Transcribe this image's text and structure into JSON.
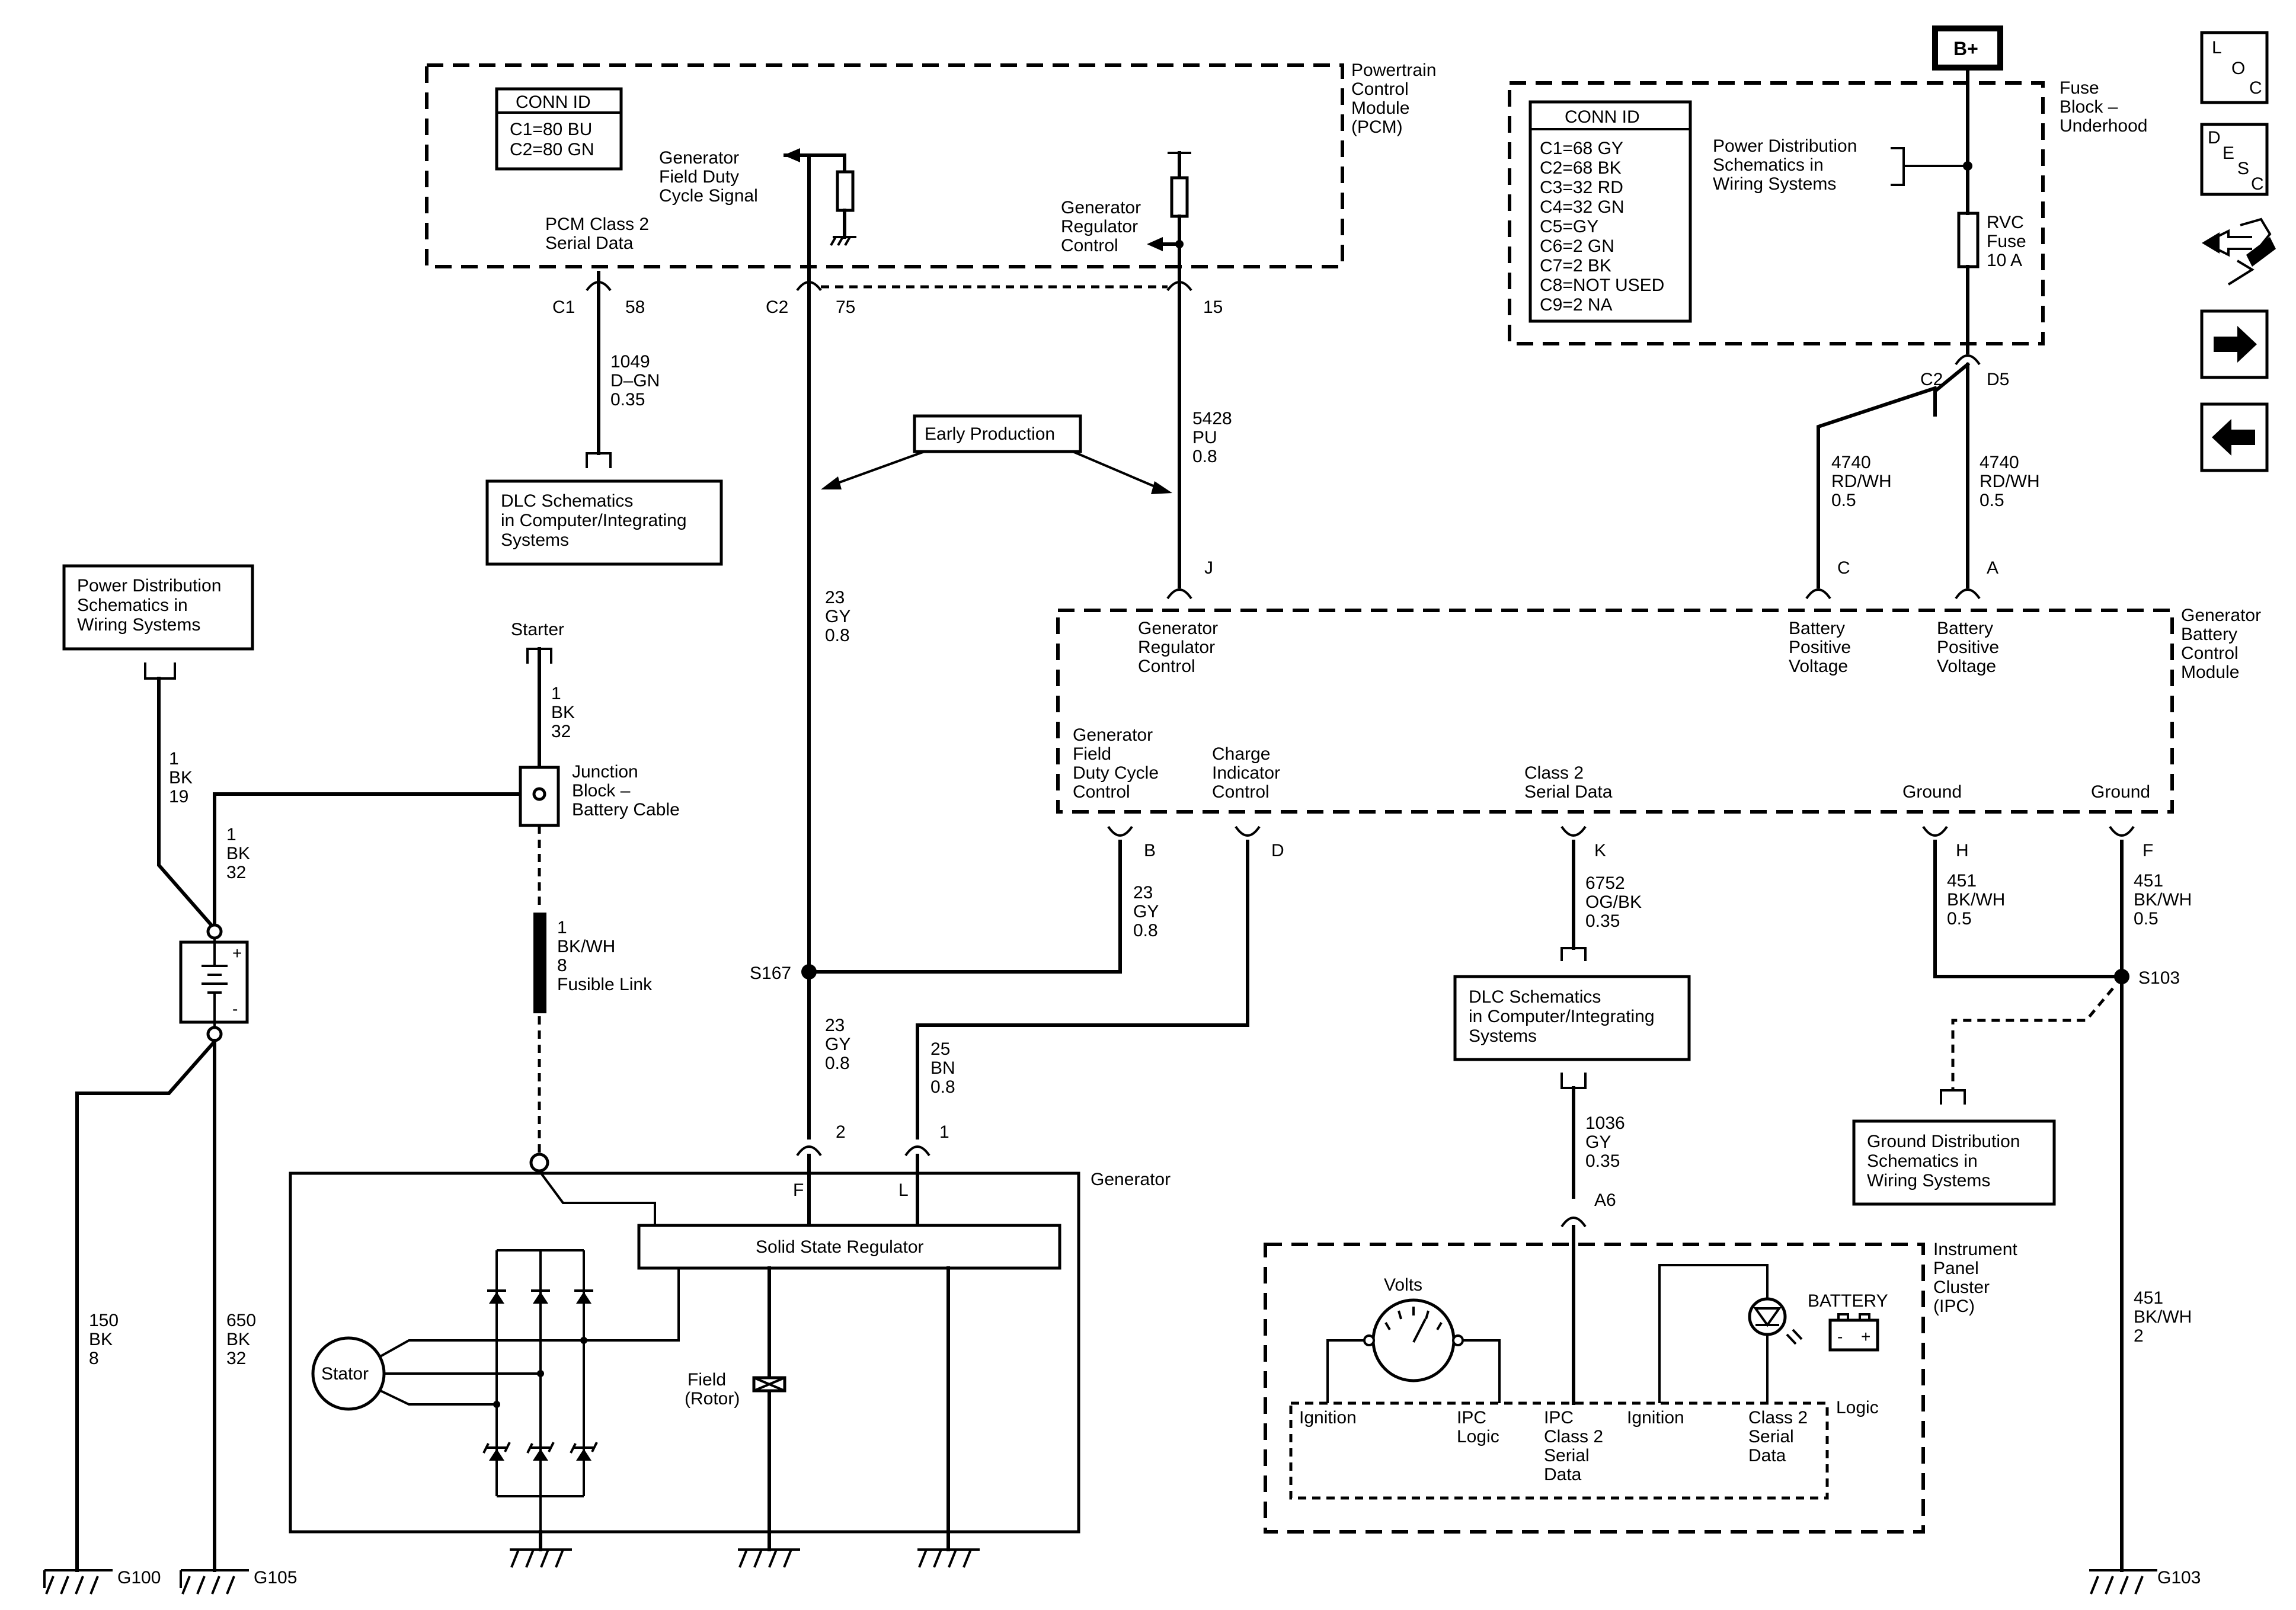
{
  "modules": {
    "pcm": {
      "name": [
        "Powertrain",
        "Control",
        "Module",
        "(PCM)"
      ]
    },
    "fuse_block": {
      "name": [
        "Fuse",
        "Block –",
        "Underhood"
      ]
    },
    "gbcm": {
      "name": [
        "Generator",
        "Battery",
        "Control",
        "Module"
      ]
    },
    "generator": {
      "name": "Generator"
    },
    "ipc": {
      "name": [
        "Instrument",
        "Panel",
        "Cluster",
        "(IPC)"
      ]
    }
  },
  "conn_id_pcm": {
    "title": "CONN ID",
    "rows": [
      "C1=80 BU",
      "C2=80 GN"
    ]
  },
  "conn_id_fuse": {
    "title": "CONN ID",
    "rows": [
      "C1=68 GY",
      "C2=68 BK",
      "C3=32 RD",
      "C4=32 GN",
      "C5=GY",
      "C6=2 GN",
      "C7=2 BK",
      "C8=NOT USED",
      "C9=2 NA"
    ]
  },
  "labels": {
    "b_plus": "B+",
    "pcm_class2": [
      "PCM Class 2",
      "Serial Data"
    ],
    "gen_field_duty_signal": [
      "Generator",
      "Field Duty",
      "Cycle Signal"
    ],
    "gen_reg_control_pcm": [
      "Generator",
      "Regulator",
      "Control"
    ],
    "power_dist_fuse": [
      "Power Distribution",
      "Schematics in",
      "Wiring Systems"
    ],
    "rvc_fuse": [
      "RVC",
      "Fuse",
      "10 A"
    ],
    "early_production": "Early Production",
    "dlc_top": [
      "DLC Schematics",
      "in Computer/Integrating",
      "Systems"
    ],
    "dlc_mid": [
      "DLC Schematics",
      "in Computer/Integrating",
      "Systems"
    ],
    "power_dist_left": [
      "Power Distribution",
      "Schematics in",
      "Wiring Systems"
    ],
    "starter": "Starter",
    "junction_block": [
      "Junction",
      "Block –",
      "Battery Cable"
    ],
    "fusible_link": [
      "1",
      "BK/WH",
      "8",
      "Fusible Link"
    ],
    "gbcm_gen_reg_control": [
      "Generator",
      "Regulator",
      "Control"
    ],
    "gbcm_batt_pos_c": [
      "Battery",
      "Positive",
      "Voltage"
    ],
    "gbcm_batt_pos_a": [
      "Battery",
      "Positive",
      "Voltage"
    ],
    "gbcm_field_duty": [
      "Generator",
      "Field",
      "Duty Cycle",
      "Control"
    ],
    "gbcm_charge_ind": [
      "Charge",
      "Indicator",
      "Control"
    ],
    "gbcm_class2": [
      "Class 2",
      "Serial Data"
    ],
    "gbcm_ground_h": "Ground",
    "gbcm_ground_f": "Ground",
    "solid_state_regulator": "Solid State Regulator",
    "stator": "Stator",
    "field_rotor": [
      "Field",
      "(Rotor)"
    ],
    "ground_dist": [
      "Ground Distribution",
      "Schematics in",
      "Wiring Systems"
    ],
    "volts": "Volts",
    "battery_ind": "BATTERY",
    "ipc_ignition_1": "Ignition",
    "ipc_logic_1": [
      "IPC",
      "Logic"
    ],
    "ipc_class2": [
      "IPC",
      "Class 2",
      "Serial",
      "Data"
    ],
    "ipc_ignition_2": "Ignition",
    "ipc_class2_b": [
      "Class 2",
      "Serial",
      "Data"
    ],
    "ipc_logic_2": "Logic"
  },
  "pins": {
    "pcm_c1": "C1",
    "pcm_58": "58",
    "pcm_c2": "C2",
    "pcm_75": "75",
    "pcm_15": "15",
    "fuse_c2": "C2",
    "fuse_d5": "D5",
    "gbcm_j": "J",
    "gbcm_c": "C",
    "gbcm_a": "A",
    "gbcm_b": "B",
    "gbcm_d": "D",
    "gbcm_k": "K",
    "gbcm_h": "H",
    "gbcm_f": "F",
    "gen_2": "2",
    "gen_1": "1",
    "gen_f": "F",
    "gen_l": "L",
    "ipc_a6": "A6"
  },
  "wires": {
    "w1049": [
      "1049",
      "D–GN",
      "0.35"
    ],
    "w5428": [
      "5428",
      "PU",
      "0.8"
    ],
    "w23_top": [
      "23",
      "GY",
      "0.8"
    ],
    "w4740_c": [
      "4740",
      "RD/WH",
      "0.5"
    ],
    "w4740_a": [
      "4740",
      "RD/WH",
      "0.5"
    ],
    "w1bk19": [
      "1",
      "BK",
      "19"
    ],
    "w1bk32_starter": [
      "1",
      "BK",
      "32"
    ],
    "w1bk32_batt": [
      "1",
      "BK",
      "32"
    ],
    "w23_b": [
      "23",
      "GY",
      "0.8"
    ],
    "w23_gen": [
      "23",
      "GY",
      "0.8"
    ],
    "w25": [
      "25",
      "BN",
      "0.8"
    ],
    "w6752": [
      "6752",
      "OG/BK",
      "0.35"
    ],
    "w451_h": [
      "451",
      "BK/WH",
      "0.5"
    ],
    "w451_f": [
      "451",
      "BK/WH",
      "0.5"
    ],
    "w1036": [
      "1036",
      "GY",
      "0.35"
    ],
    "w150": [
      "150",
      "BK",
      "8"
    ],
    "w650": [
      "650",
      "BK",
      "32"
    ],
    "w451_g103": [
      "451",
      "BK/WH",
      "2"
    ]
  },
  "splices": {
    "s167": "S167",
    "s103": "S103"
  },
  "grounds": {
    "g100": "G100",
    "g105": "G105",
    "g103": "G103"
  },
  "nav_icons": {
    "loc": [
      "L",
      "O",
      "C"
    ],
    "desc": [
      "D",
      "E",
      "S",
      "C"
    ]
  }
}
